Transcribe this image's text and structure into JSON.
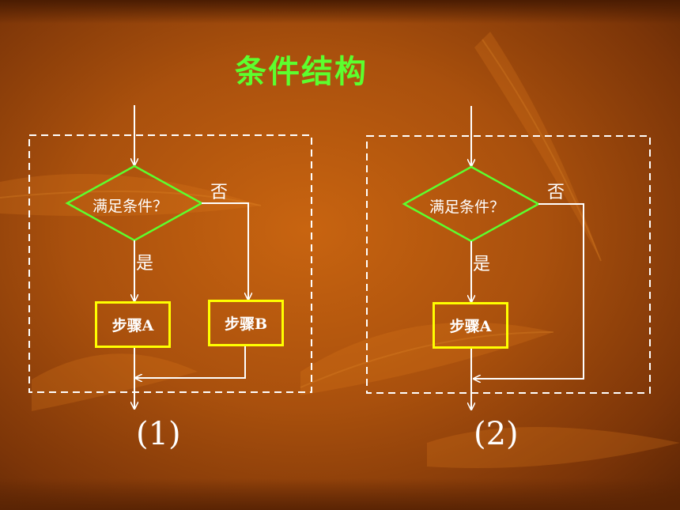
{
  "title": "条件结构",
  "diagram1": {
    "condition": "满足条件？",
    "no_label": "否",
    "yes_label": "是",
    "step_a": "步骤A",
    "step_b": "步骤B",
    "caption": "(1)"
  },
  "diagram2": {
    "condition": "满足条件？",
    "no_label": "否",
    "yes_label": "是",
    "step_a": "步骤A",
    "caption": "(2)"
  },
  "colors": {
    "title": "#5cff2e",
    "diamond": "#5cff2e",
    "box": "#ffff00",
    "lines": "#ffffff"
  }
}
